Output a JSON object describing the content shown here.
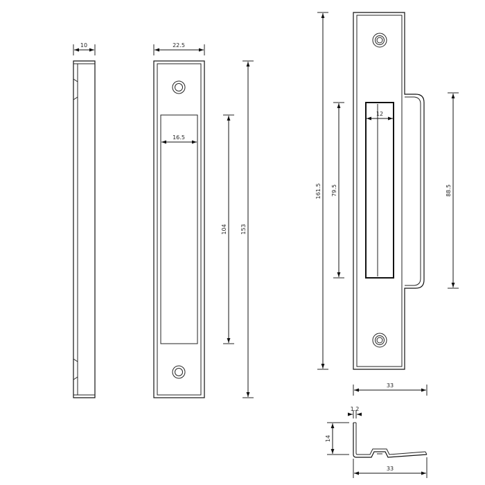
{
  "side_view": {
    "width_dim": "10"
  },
  "front_view": {
    "width_dim": "22.5",
    "slot_width_dim": "16.5",
    "slot_height_dim": "104",
    "total_height_dim": "153"
  },
  "angled_view": {
    "total_height_dim": "161.5",
    "slot_height_dim": "79.5",
    "slot_width_dim": "12",
    "lip_height_dim": "88.5",
    "width_dim": "33"
  },
  "profile_view": {
    "thickness_dim": "1.2",
    "height_dim": "14",
    "width_dim": "33"
  }
}
